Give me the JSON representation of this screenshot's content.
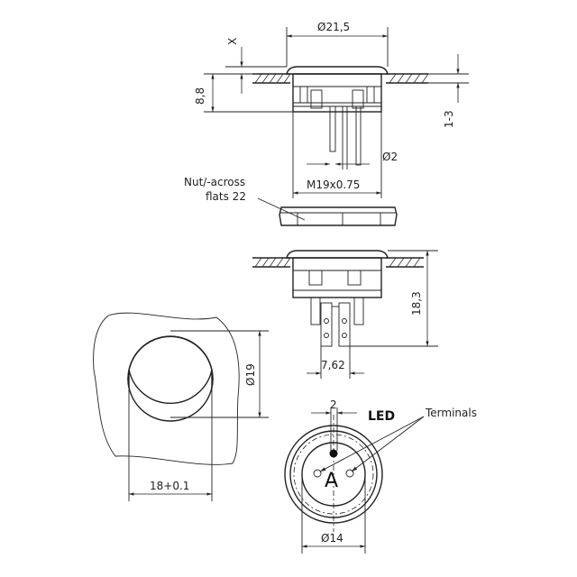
{
  "labels": {
    "x": "X",
    "dia_21_5": "Ø21,5",
    "h_8_8": "8,8",
    "range_1_3": "1-3",
    "dia_2": "Ø2",
    "thread": "M19x0.75",
    "nut_line1": "Nut/-across",
    "nut_line2": "flats 22",
    "h_18_3": "18,3",
    "w_7_62": "7,62",
    "dia_19": "Ø19",
    "cutout": "18+0.1",
    "pitch_2": "2",
    "led": "LED",
    "terminals": "Terminals",
    "a_mark": "A",
    "dia_14": "Ø14"
  }
}
